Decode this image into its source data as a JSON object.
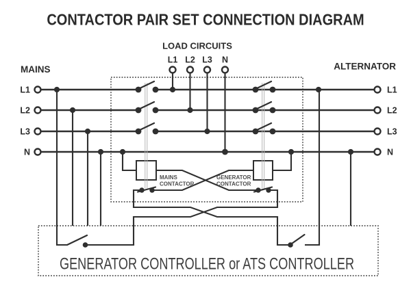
{
  "title": "CONTACTOR PAIR SET CONNECTION DIAGRAM",
  "load_circuits": {
    "heading": "LOAD CIRCUITS",
    "terminals": [
      "L1",
      "L2",
      "L3",
      "N"
    ]
  },
  "mains": {
    "heading": "MAINS",
    "lines": [
      "L1",
      "L2",
      "L3",
      "N"
    ]
  },
  "alternator": {
    "heading": "ALTERNATOR",
    "lines": [
      "L1",
      "L2",
      "L3",
      "N"
    ]
  },
  "contactors": {
    "mains_label_line1": "MAINS",
    "mains_label_line2": "CONTACTOR",
    "generator_label_line1": "GENERATOR",
    "generator_label_line2": "CONTACTOR"
  },
  "controller": {
    "label": "GENERATOR CONTROLLER or ATS CONTROLLER"
  },
  "colors": {
    "wire": "#2f2f2f",
    "text": "#2b2b2b",
    "contactor_label": "#4c4c4c",
    "linkage": "#b3b3b3",
    "background": "#ffffff"
  }
}
